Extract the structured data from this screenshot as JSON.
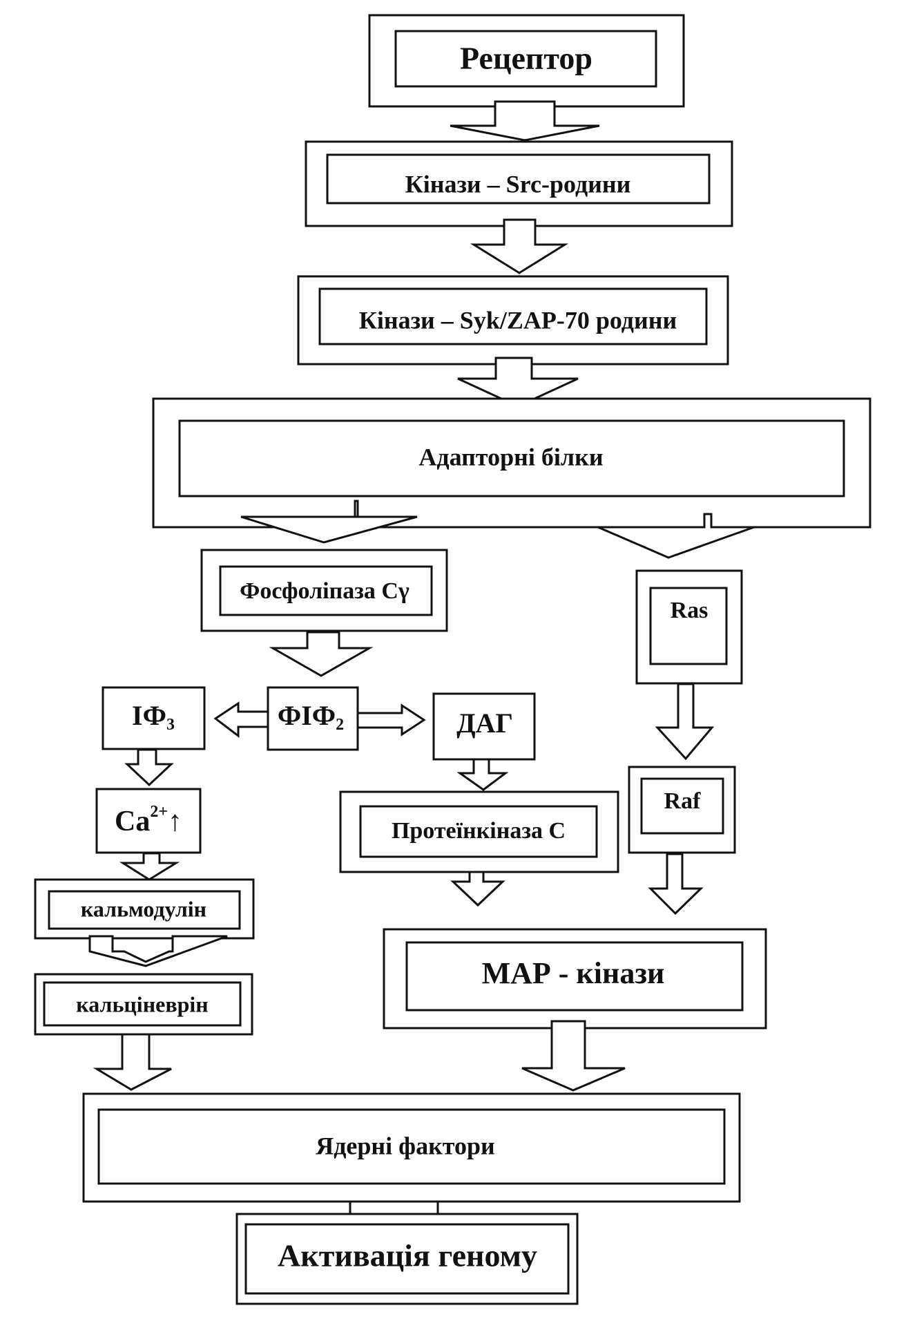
{
  "nodes": {
    "receptor": "Рецептор",
    "src_kinases": "Кінази – Src-родини",
    "syk_kinases": "Кінази – Syk/ZAP-70 родини",
    "adaptor_proteins": "Адапторні білки",
    "plc_gamma": "Фосфоліпаза Cγ",
    "ras": "Ras",
    "ip3": {
      "base": "IФ",
      "sub": "3"
    },
    "pip2": {
      "base": "ФІФ",
      "sub": "2"
    },
    "dag": "ДАГ",
    "raf": "Raf",
    "calcium": {
      "base": "Ca",
      "sup": "2+",
      "arrow": "↑"
    },
    "protein_kinase_c": "Протеїнкіназа С",
    "calmodulin": "кальмодулін",
    "calcineurin": "кальціневрін",
    "map_kinases": "МАР - кінази",
    "nuclear_factors": "Ядерні фактори",
    "genome_activation": "Активація геному"
  }
}
